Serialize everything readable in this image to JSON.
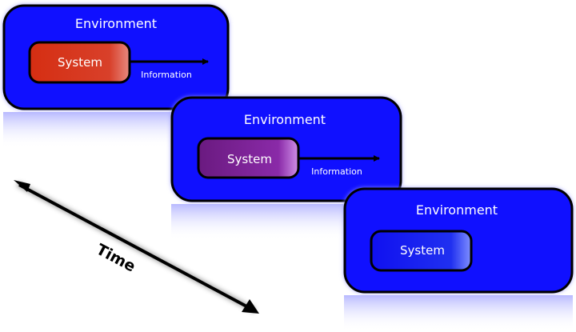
{
  "panels": [
    {
      "environment_label": "Environment",
      "system_label": "System",
      "information_label": "Information",
      "system_color": "#d6301a"
    },
    {
      "environment_label": "Environment",
      "system_label": "System",
      "information_label": "Information",
      "system_color": "#7a1f92"
    },
    {
      "environment_label": "Environment",
      "system_label": "System",
      "system_color": "#1a22e8"
    }
  ],
  "time_label": "Time",
  "colors": {
    "environment": "#1010ff",
    "outline": "#000000",
    "text": "#ffffff"
  }
}
